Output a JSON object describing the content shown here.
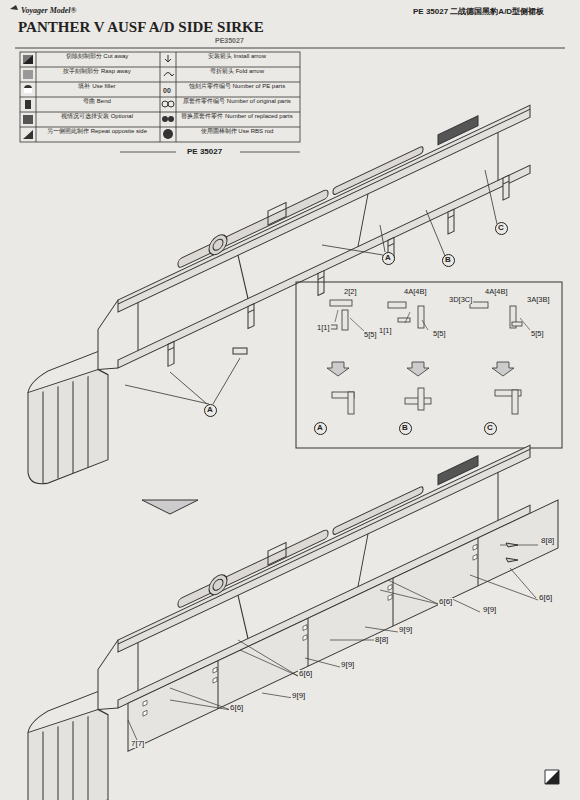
{
  "diagram": {
    "title": "PANTHER V AUSF A/D SIDE SIRKE",
    "nodes": [
      {
        "text": [
          "C"
        ]
      },
      {
        "text": [
          "A"
        ]
      },
      {
        "text": [
          "B"
        ]
      },
      {
        "text": [
          "A"
        ]
      },
      {
        "text": [
          "A"
        ]
      },
      {
        "text": [
          "B"
        ]
      },
      {
        "text": [
          "C"
        ]
      }
    ],
    "labels": [
      "Voyager Model®",
      "PE35027",
      "PE 35027 二战德国黑豹A/D型侧裙板",
      "PE 35027",
      "2[2]",
      "1[1]",
      "5[5]",
      "4A[4B]",
      "3D[3C]",
      "1[1]",
      "5[5]",
      "4A[4B]",
      "3A[3B]",
      "5[5]",
      "8[8]",
      "6[6]",
      "9[9]",
      "6[6]",
      "9[9]",
      "8[8]",
      "9[9]",
      "6[6]",
      "9[9]",
      "6[6]",
      "7[7]"
    ],
    "legend": [
      {
        "text": "切除刻制部分 Cut away"
      },
      {
        "text": "按手刻制部分 Rasp away"
      },
      {
        "text": "填补 Use filler"
      },
      {
        "text": "弯曲 Bend"
      },
      {
        "text": "视情况可选择安装 Optional"
      },
      {
        "text": "另一侧照此制作 Repeat opposite side"
      },
      {
        "text": "安装箭头 Install arrow"
      },
      {
        "text": "弯折箭头 Fold arrow"
      },
      {
        "text": "蚀刻片零件编号 Number of PE parts"
      },
      {
        "text": "原套件零件编号 Number of original parts"
      },
      {
        "text": "替换原套件零件 Number of replaced parts"
      },
      {
        "text": "使用圆棒制作 Use RBS rod"
      }
    ]
  }
}
